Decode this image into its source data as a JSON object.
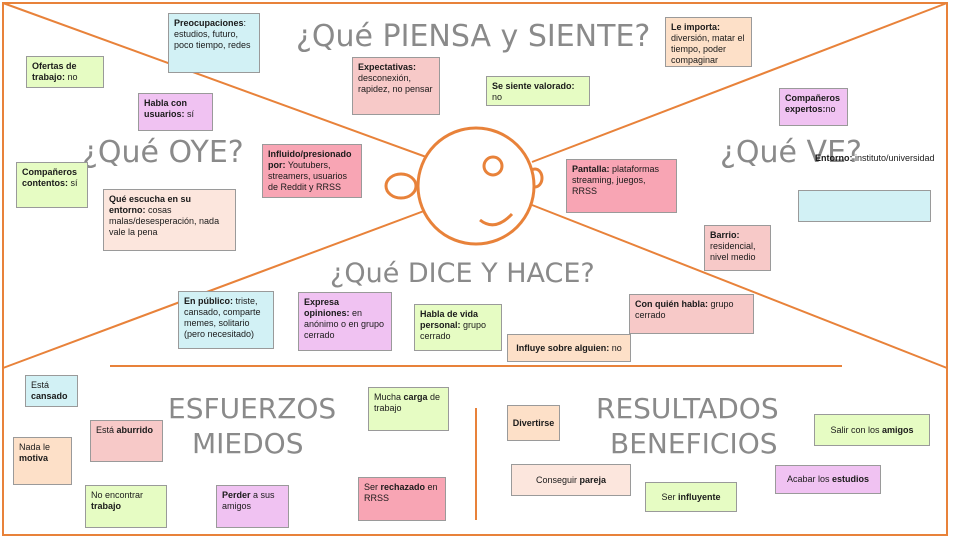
{
  "headings": {
    "piensa": "¿Qué PIENSA y SIENTE?",
    "oye": "¿Qué OYE?",
    "ve": "¿Qué VE?",
    "dice": "¿Qué DICE Y HACE?",
    "esfuerzos": "ESFUERZOS",
    "miedos": "MIEDOS",
    "resultados": "RESULTADOS",
    "beneficios": "BENEFICIOS"
  },
  "notes": {
    "preocupaciones": {
      "bold": "Preocupaciones",
      "text": ": estudios, futuro, poco tiempo, redes"
    },
    "ofertas": {
      "bold": "Ofertas de trabajo:",
      "text": " no"
    },
    "expectativas": {
      "bold": "Expectativas:",
      "text": " desconexión, rapidez, no pensar"
    },
    "se_siente": {
      "bold": "Se siente valorado:",
      "text": " no"
    },
    "le_importa": {
      "bold": "Le importa:",
      "text": " diversión, matar el tiempo, poder compaginar"
    },
    "habla_con": {
      "bold": "Habla con usuarios:",
      "text": " sí"
    },
    "companeros_expertos": {
      "bold": "Compañeros expertos:",
      "text": "no"
    },
    "influido": {
      "bold": "Influido/presionado por:",
      "text": " Youtubers, streamers, usuarios de Reddit y RRSS"
    },
    "companeros_contentos": {
      "bold": "Compañeros contentos:",
      "text": " sí"
    },
    "que_escucha": {
      "bold": "Qué escucha en su entorno:",
      "text": " cosas malas/desesperación, nada vale la pena"
    },
    "pantalla": {
      "bold": "Pantalla:",
      "text": " plataformas streaming, juegos, RRSS"
    },
    "entorno": {
      "bold": "Entorno:",
      "text": " instituto/universidad"
    },
    "barrio": {
      "bold": "Barrio:",
      "text": " residencial, nivel medio"
    },
    "en_publico": {
      "bold": "En público:",
      "text": " triste, cansado, comparte memes, solitario (pero necesitado)"
    },
    "expresa": {
      "bold": "Expresa opiniones:",
      "text": " en anónimo o en grupo cerrado"
    },
    "habla_vida": {
      "bold": "Habla de vida personal:",
      "text": " grupo cerrado"
    },
    "con_quien": {
      "bold": "Con quién habla:",
      "text": " grupo cerrado"
    },
    "influye": {
      "bold": "Influye sobre alguien:",
      "text": " no"
    },
    "esta_cansado": {
      "pre": "Está ",
      "bold": "cansado"
    },
    "esta_aburrido": {
      "pre": "Está ",
      "bold": "aburrido"
    },
    "nada_motiva": {
      "pre": "Nada le ",
      "bold": "motiva"
    },
    "no_encontrar": {
      "pre": "No encontrar ",
      "bold": "trabajo"
    },
    "perder": {
      "bold": "Perder",
      "post": " a sus amigos"
    },
    "rechazado": {
      "pre": "Ser ",
      "bold": "rechazado",
      "post": " en RRSS"
    },
    "mucha_carga": {
      "pre": "Mucha ",
      "bold": "carga",
      "post": " de trabajo"
    },
    "divertirse": {
      "bold": "Divertirse"
    },
    "conseguir_pareja": {
      "pre": "Conseguir ",
      "bold": "pareja"
    },
    "ser_influyente": {
      "pre": "Ser ",
      "bold": "influyente"
    },
    "salir_amigos": {
      "pre": "Salir con los ",
      "bold": "amigos"
    },
    "acabar_estudios": {
      "pre": "Acabar los ",
      "bold": "estudios"
    }
  },
  "colors": {
    "frame": "#e8823a",
    "heading": "#8a8a8a",
    "blue": "#d2f1f5",
    "green": "#e6fcc3",
    "pink": "#f5cfe4",
    "purple": "#f0c2f2",
    "salmon": "#f7c9c8",
    "peach": "#fde0c8",
    "rose": "#f8a5b4"
  }
}
